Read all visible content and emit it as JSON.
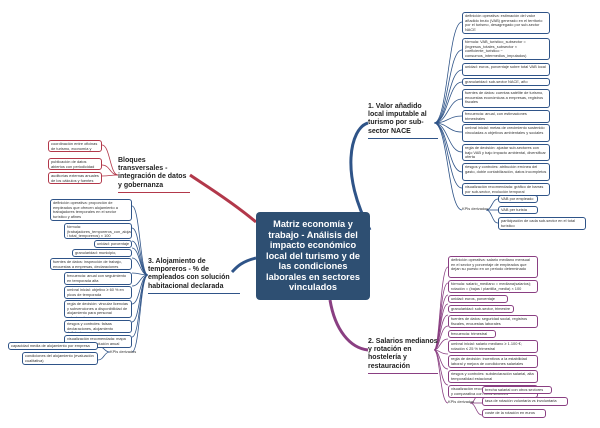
{
  "central": {
    "title": "Matriz economía y trabajo - Análisis del impacto económico local del turismo y de las condiciones laborales en sectores vinculados"
  },
  "topic1": {
    "title": "1. Valor añadido local imputable al turismo por sub-sector NACE",
    "leaves": [
      "definición operativa: estimación del valor añadido bruto (VAB) generado en el territorio por el turismo, desagregado por sub-sector NACE",
      "fórmula: VAB_turístico_subsector = (ingresos_totales_subsector × coeficiente_turístico − consumos_intermedios_imputados)",
      "unidad: euros, porcentaje sobre total VAB local",
      "granularidad: sub-sector NACE, año",
      "fuentes de datos: cuentas satélite de turismo, encuestas económicas a empresas, registros fiscales",
      "frecuencia: anual, con estimaciones trimestrales",
      "umbral inicial: metas de crecimiento sostenido vinculadas a objetivos ambientales y sociales",
      "regla de decisión: ajustar sub-sectores con bajo VAB y bajo impacto ambiental, diversificar oferta",
      "riesgos y controles: atribución errónea del gasto, doble contabilización, datos incompletos",
      "visualización recomendada: gráfico de barras por sub-sector, evolución temporal"
    ],
    "kpi_label": "KPIs derivados",
    "kpis": [
      "VAB por empleado",
      "VAB per turista",
      "participación de cada sub-sector en el total turístico"
    ]
  },
  "topic2": {
    "title": "2. Salarios medianos y rotación en hostelería y restauración",
    "leaves": [
      "definición operativa: salario mediano mensual en el sector y porcentaje de empleados que dejan su puesto en un periodo determinado",
      "fórmula: salario_mediano = mediana(salarios); rotación = (bajas / plantilla_media) × 100",
      "unidad: euros, porcentaje",
      "granularidad: sub-sector, trimestre",
      "fuentes de datos: seguridad social, registros fiscales, encuestas laborales",
      "frecuencia: trimestral",
      "umbral inicial: salario mediano ≥ 1.100 €; rotación ≤ 25 % trimestral",
      "regla de decisión: incentivos a la estabilidad laboral y mejora de condiciones salariales",
      "riesgos y controles: subdeclaración salarial, alta temporalidad estacional",
      "visualización recomendada: evolución temporal y comparativa con otros sectores"
    ],
    "kpi_label": "KPIs derivados",
    "kpis": [
      "brecha salarial con otros sectores",
      "tasa de rotación voluntaria vs involuntaria",
      "coste de la rotación en euros"
    ]
  },
  "topic3": {
    "title": "3. Alojamiento de temporeros - % de empleados con solución habitacional declarada",
    "leaves": [
      "definición operativa: proporción de empleados que ofrecen alojamiento a trabajadores temporales en el sector turístico y afines",
      "fórmula: (trabajadores_temporeros_con_alojamiento / total_temporeros) × 100",
      "unidad: porcentaje",
      "granularidad: municipio, temporada",
      "fuentes de datos: inspección de trabajo, encuestas a empresas, declaraciones fiscales",
      "frecuencia: anual con seguimiento en temporada alta",
      "umbral inicial: objetivo ≥ 60 % en picos de temporada",
      "regla de decisión: vincular licencias y subvenciones a disponibilidad de alojamiento para personal estacional",
      "riesgos y controles: falsas declaraciones, alojamiento deficiente",
      "visualización recomendada: mapa por municipio, evolución anual"
    ],
    "kpi_label": "KPIs derivados",
    "kpis": [
      "capacidad media de alojamiento por empresa",
      "condiciones del alojamiento (evaluación cualitativa)"
    ]
  },
  "topic4": {
    "title": "Bloques transversales - integración de datos y gobernanza",
    "leaves": [
      "coordinación entre oficinas de turismo, economía y empleo",
      "publicación de datos abiertos con periodicidad definida",
      "auditorías externas anuales de los cálculos y fuentes"
    ]
  }
}
